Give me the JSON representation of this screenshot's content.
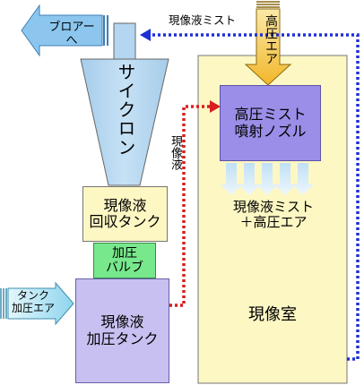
{
  "labels": {
    "blower": "ブロアーへ",
    "cyclone": "サイクロン",
    "recovery_tank": "現像液\n回収タンク",
    "pressure_valve": "加圧\nバルブ",
    "pressurized_tank": "現像液\n加圧タンク",
    "tank_pressurized_air": "タンク\n加圧エア",
    "high_pressure_nozzle": "高圧ミスト\n噴射ノズル",
    "high_pressure_air": "高圧エア",
    "mist_plus_air": "現像液ミスト\n＋高圧エア",
    "developing_chamber": "現像室",
    "developer_mist_return": "現像液ミスト",
    "developer_liquid": "現像液"
  },
  "colors": {
    "chamber": "#fdf7c3",
    "cyclone": "#b4d6f0",
    "recovery_tank": "#fdf7c3",
    "pressure_valve": "#78e88c",
    "pressurized_tank": "#c8c0f0",
    "nozzle": "#9a8ee8",
    "high_pressure_air": "#f2b72a",
    "mist_arrows": "#c8e6f7",
    "blower_arrow": "#8cc6ef",
    "tank_air_arrow": "#9cdcf2",
    "mist_return_line": "#1e2fd8",
    "developer_line": "#d81e1e"
  }
}
